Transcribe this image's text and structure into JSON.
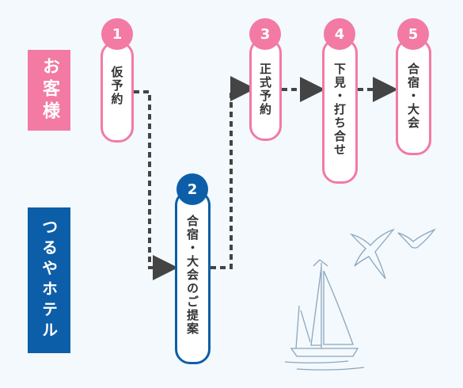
{
  "lanes": {
    "guest": "お客様",
    "hotel": "つるやホテル"
  },
  "steps": [
    {
      "number": "1",
      "label": "仮予約"
    },
    {
      "number": "2",
      "label": "合宿・大会のご提案"
    },
    {
      "number": "3",
      "label": "正式予約"
    },
    {
      "number": "4",
      "label": "下見・打ち合せ"
    },
    {
      "number": "5",
      "label": "合宿・大会"
    }
  ],
  "colors": {
    "guest": "#f27aa3",
    "hotel": "#0d5ea8",
    "arrow": "#444444",
    "background": "#f3f9fd"
  }
}
